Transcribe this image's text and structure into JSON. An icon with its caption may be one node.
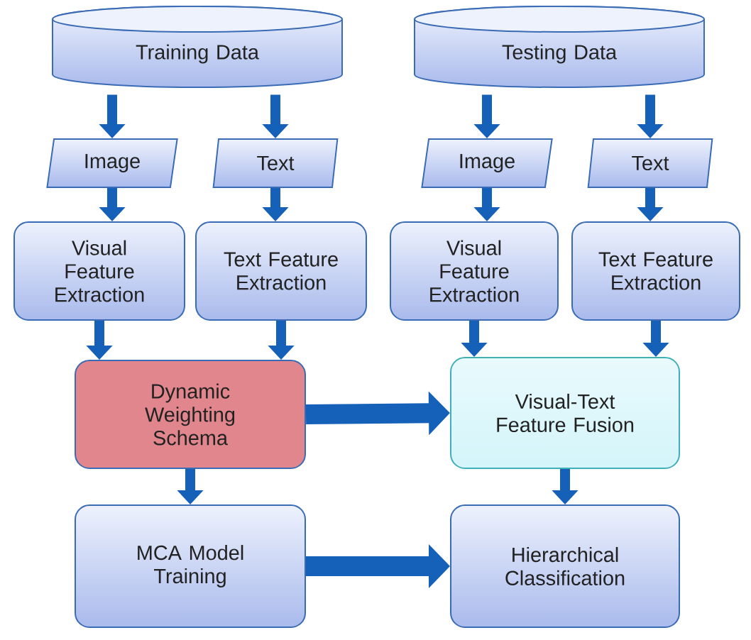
{
  "diagram": {
    "nodes": [
      {
        "text": [
          "Training Data"
        ]
      },
      {
        "text": [
          "Testing Data"
        ]
      },
      {
        "text": [
          "Image"
        ]
      },
      {
        "text": [
          "Text"
        ]
      },
      {
        "text": [
          "Image"
        ]
      },
      {
        "text": [
          "Text"
        ]
      },
      {
        "text": [
          "Visual Feature Extraction"
        ]
      },
      {
        "text": [
          "Text Feature Extraction"
        ]
      },
      {
        "text": [
          "Visual Feature Extraction"
        ]
      },
      {
        "text": [
          "Text Feature Extraction"
        ]
      },
      {
        "text": [
          "Dynamic Weighting Schema"
        ]
      },
      {
        "text": [
          "Visual-Text Feature Fusion"
        ]
      },
      {
        "text": [
          "MCA Model Training"
        ]
      },
      {
        "text": [
          "Hierarchical Classification"
        ]
      }
    ],
    "edges": [
      {
        "from": 0,
        "to": 2,
        "arrow": "to"
      },
      {
        "from": 0,
        "to": 3,
        "arrow": "to"
      },
      {
        "from": 1,
        "to": 4,
        "arrow": "to"
      },
      {
        "from": 1,
        "to": 5,
        "arrow": "to"
      },
      {
        "from": 2,
        "to": 6,
        "arrow": "to"
      },
      {
        "from": 3,
        "to": 7,
        "arrow": "to"
      },
      {
        "from": 4,
        "to": 8,
        "arrow": "to"
      },
      {
        "from": 5,
        "to": 9,
        "arrow": "to"
      },
      {
        "from": 6,
        "to": 10,
        "arrow": "to"
      },
      {
        "from": 7,
        "to": 10,
        "arrow": "to"
      },
      {
        "from": 8,
        "to": 11,
        "arrow": "to"
      },
      {
        "from": 9,
        "to": 11,
        "arrow": "to"
      },
      {
        "from": 10,
        "to": 11,
        "arrow": "to",
        "style": "thick"
      },
      {
        "from": 10,
        "to": 12,
        "arrow": "to"
      },
      {
        "from": 11,
        "to": 13,
        "arrow": "to"
      },
      {
        "from": 12,
        "to": 13,
        "arrow": "to",
        "style": "thick"
      }
    ]
  }
}
